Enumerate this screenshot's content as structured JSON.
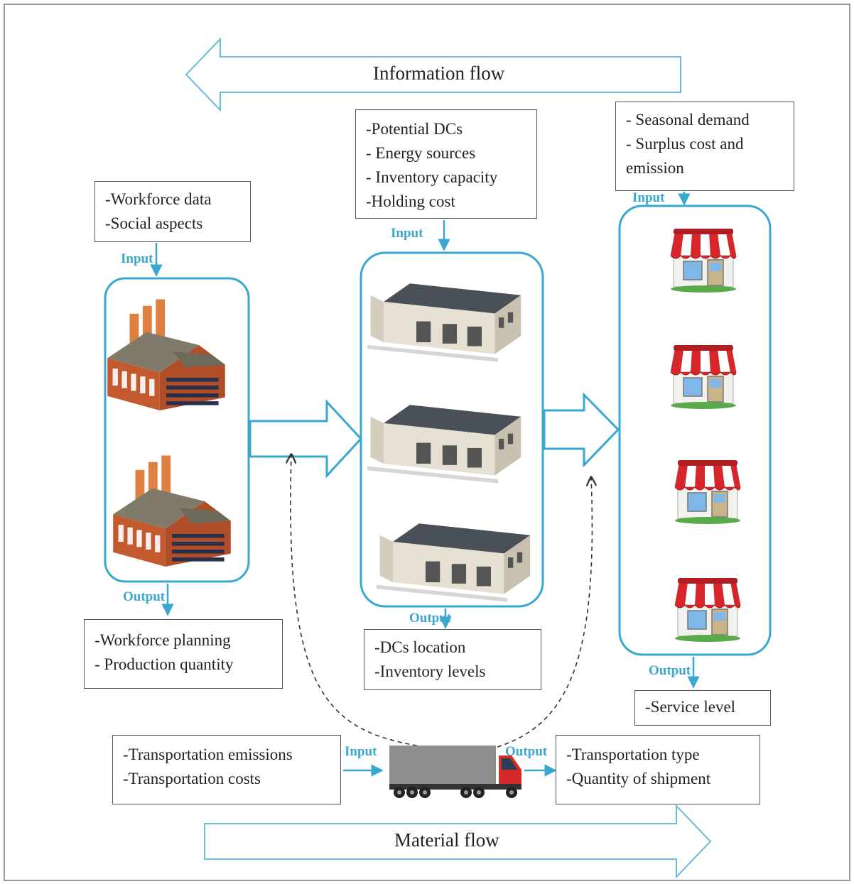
{
  "information_flow": {
    "label": "Information flow"
  },
  "material_flow": {
    "label": "Material flow"
  },
  "plants": {
    "input_label": "Input",
    "output_label": "Output",
    "input_box": [
      "-Workforce data",
      "-Social aspects"
    ],
    "output_box": [
      "-Workforce planning",
      "- Production quantity"
    ]
  },
  "dcs": {
    "input_label": "Input",
    "output_label": "Output",
    "input_box": [
      "-Potential DCs",
      "- Energy sources",
      "- Inventory capacity",
      "-Holding cost"
    ],
    "output_box": [
      "-DCs location",
      "-Inventory levels"
    ]
  },
  "retailers": {
    "input_label": "Input",
    "output_label": "Output",
    "input_box": [
      "- Seasonal demand",
      "- Surplus cost and",
      "emission"
    ],
    "output_box": [
      "-Service level"
    ]
  },
  "transport": {
    "input_label": "Input",
    "output_label": "Output",
    "input_box": [
      "-Transportation emissions",
      "-Transportation costs"
    ],
    "output_box": [
      "-Transportation type",
      "-Quantity of shipment"
    ]
  },
  "colors": {
    "accent": "#3aa7cf",
    "brick": "#c0552e",
    "chimney": "#dd7a3a",
    "roof_grey": "#7c7c6e",
    "awning_red": "#d7262b",
    "truck_red": "#d42a2a"
  },
  "icons": {
    "plant": "factory-icon",
    "dc": "warehouse-icon",
    "retailer": "shop-icon",
    "vehicle": "truck-icon"
  }
}
